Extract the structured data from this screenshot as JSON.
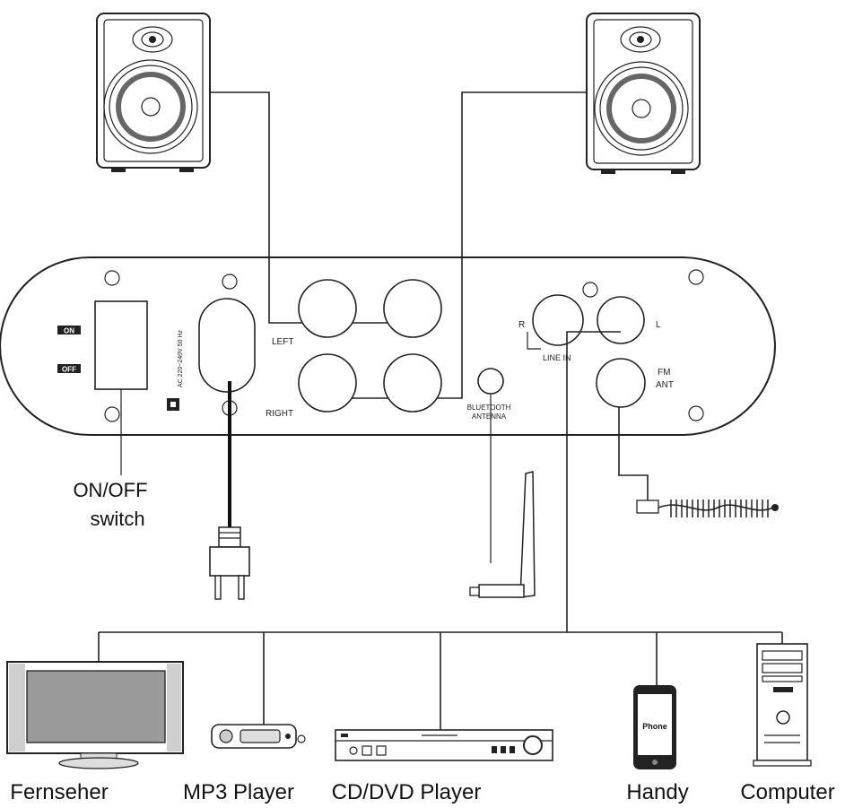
{
  "panel": {
    "on_label": "ON",
    "off_label": "OFF",
    "voltage_label": "AC 220~240V 50 Hz",
    "left_label": "LEFT",
    "right_label": "RIGHT",
    "bluetooth_label_1": "BLUETOOTH",
    "bluetooth_label_2": "ANTENNA",
    "r_label": "R",
    "l_label": "L",
    "line_in_label": "LINE IN",
    "fm_label_1": "FM",
    "fm_label_2": "ANT"
  },
  "switch_caption": {
    "line1": "ON/OFF",
    "line2": "switch"
  },
  "devices": {
    "tv": "Fernseher",
    "mp3": "MP3 Player",
    "cd": "CD/DVD Player",
    "handy": "Handy",
    "computer": "Computer",
    "phone_screen": "Phone"
  },
  "colors": {
    "line": "#222222",
    "background": "#ffffff"
  }
}
